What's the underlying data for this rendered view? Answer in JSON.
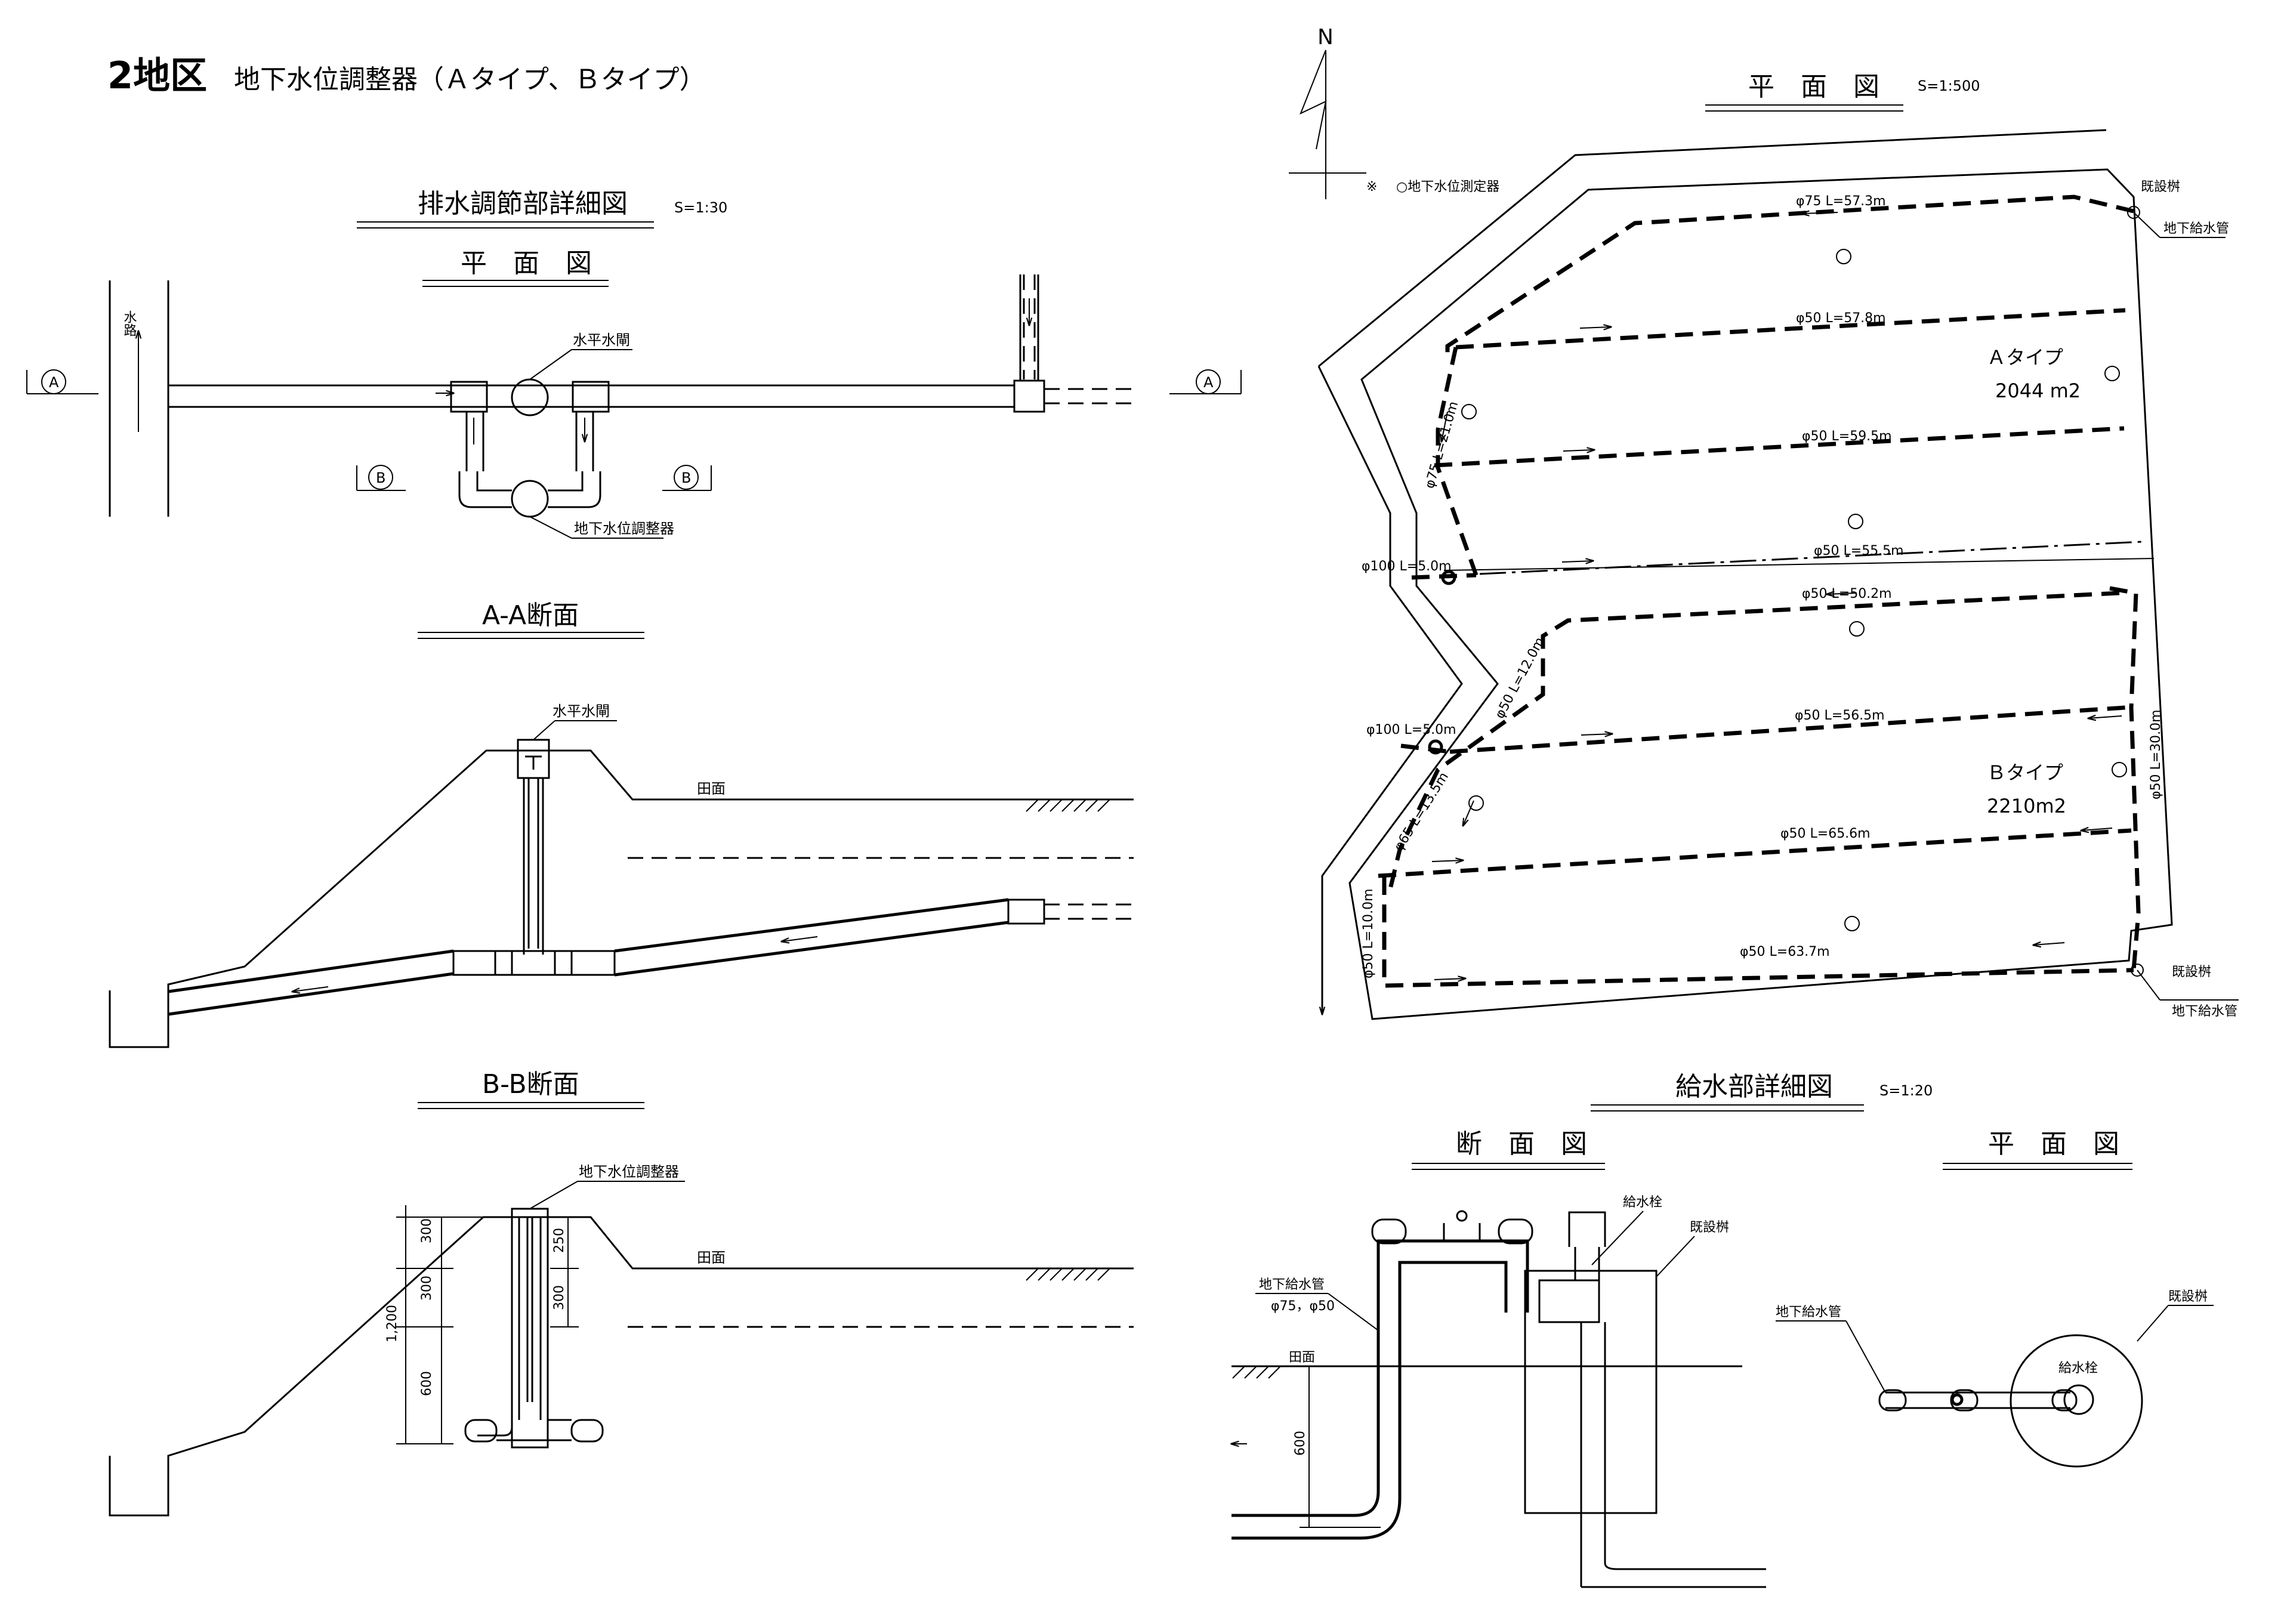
{
  "sheet": {
    "district": "2地区",
    "subject": "地下水位調整器（Ａタイプ、Ｂタイプ）"
  },
  "drain_detail": {
    "title": "排水調節部詳細図",
    "scale": "S=1:30",
    "plan": {
      "title": "平　面　図",
      "waterway": "水路",
      "label_gate": "水平水閘",
      "label_regulator": "地下水位調整器",
      "section_a": "A",
      "section_b": "B"
    },
    "section_aa": {
      "title": "A-A断面",
      "label_gate": "水平水閘",
      "label_field": "田面"
    },
    "section_bb": {
      "title": "B-B断面",
      "label_regulator": "地下水位調整器",
      "label_field": "田面",
      "dims": {
        "d300_top": "300",
        "d300_mid": "300",
        "d600": "600",
        "d1200": "1,200",
        "d250": "250",
        "d300_inner": "300"
      }
    }
  },
  "site_plan": {
    "title": "平　面　図",
    "scale": "S=1:500",
    "north": "N",
    "legend_mark": "※",
    "legend_text": "○地下水位測定器",
    "existing_box_top": "既設桝",
    "supply_pipe_top": "地下給水管",
    "existing_box_bottom": "既設桝",
    "supply_pipe_bottom": "地下給水管",
    "area_a_type": "Ａタイプ",
    "area_a_size": "2044 m2",
    "area_b_type": "Ｂタイプ",
    "area_b_size": "2210m2",
    "pipes": {
      "p1": "φ75  L=57.3m",
      "p2": "φ50  L=57.8m",
      "p3": "φ75  L=21.0m",
      "p4": "φ50  L=59.5m",
      "p5": "φ100  L=5.0m",
      "p6": "φ50  L=55.5m",
      "p7": "φ50  L=50.2m",
      "p8": "φ50  L=12.0m",
      "p9": "φ100  L=5.0m",
      "p10": "φ50  L=56.5m",
      "p11": "φ50  L=30.0m",
      "p12": "φ65  L=13.5m",
      "p13": "φ50  L=65.6m",
      "p14": "φ50  L=10.0m",
      "p15": "φ50  L=63.7m"
    }
  },
  "supply_detail": {
    "title": "給水部詳細図",
    "scale": "S=1:20",
    "section": {
      "title": "断　面　図",
      "hydrant": "給水栓",
      "existing_box": "既設桝",
      "supply_pipe": "地下給水管",
      "pipe_size": "φ75，φ50",
      "field": "田面",
      "dim600": "600"
    },
    "plan": {
      "title": "平　面　図",
      "supply_pipe": "地下給水管",
      "existing_box": "既設桝",
      "hydrant": "給水栓"
    }
  }
}
